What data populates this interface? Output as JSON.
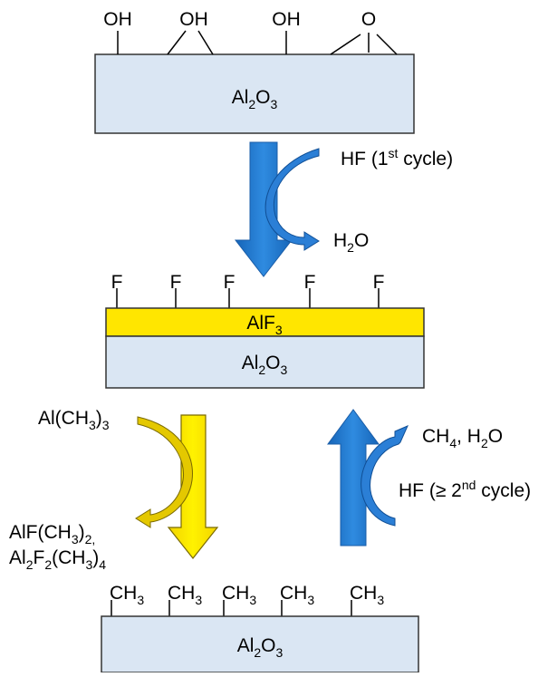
{
  "colors": {
    "substrate_fill": "#dae6f3",
    "alf3_fill": "#ffe600",
    "blue_arrow": "#1e73c8",
    "blue_arrow_dark": "#0f4f94",
    "yellow_arrow": "#ffe100",
    "yellow_curve": "#d4b800"
  },
  "top_panel": {
    "groups": [
      {
        "text": "OH"
      },
      {
        "text": "OH"
      },
      {
        "text": "OH"
      },
      {
        "text": "O"
      }
    ],
    "substrate": {
      "base": "Al",
      "sub1": "2",
      "mid": "O",
      "sub2": "3"
    }
  },
  "step1": {
    "reactant": {
      "text": "HF (1",
      "sup": "st",
      "tail": " cycle)"
    },
    "product": {
      "base": "H",
      "sub": "2",
      "tail": "O"
    }
  },
  "middle_panel": {
    "f_labels": [
      "F",
      "F",
      "F",
      "F",
      "F"
    ],
    "layer": {
      "base": "AlF",
      "sub": "3"
    },
    "substrate": {
      "base": "Al",
      "sub1": "2",
      "mid": "O",
      "sub2": "3"
    }
  },
  "step2": {
    "reactant": {
      "base": "Al(CH",
      "sub": "3",
      "tail": ")",
      "sub2": "3"
    },
    "product_line1": {
      "base": "AlF(CH",
      "sub": "3",
      "tail": ")",
      "sub2": "2,"
    },
    "product_line2": {
      "p1": "Al",
      "s1": "2",
      "p2": "F",
      "s2": "2",
      "p3": "(CH",
      "s3": "3",
      "p4": ")",
      "s4": "4"
    }
  },
  "step3": {
    "product": {
      "base": "CH",
      "sub": "4",
      "tail": ", H",
      "sub2": "2",
      "tail2": "O"
    },
    "reactant": {
      "text": "HF (≥ 2",
      "sup": "nd",
      "tail": " cycle)"
    }
  },
  "bottom_panel": {
    "groups": [
      {
        "base": "CH",
        "sub": "3"
      },
      {
        "base": "CH",
        "sub": "3"
      },
      {
        "base": "CH",
        "sub": "3"
      },
      {
        "base": "CH",
        "sub": "3"
      },
      {
        "base": "CH",
        "sub": "3"
      }
    ],
    "substrate": {
      "base": "Al",
      "sub1": "2",
      "mid": "O",
      "sub2": "3"
    }
  }
}
